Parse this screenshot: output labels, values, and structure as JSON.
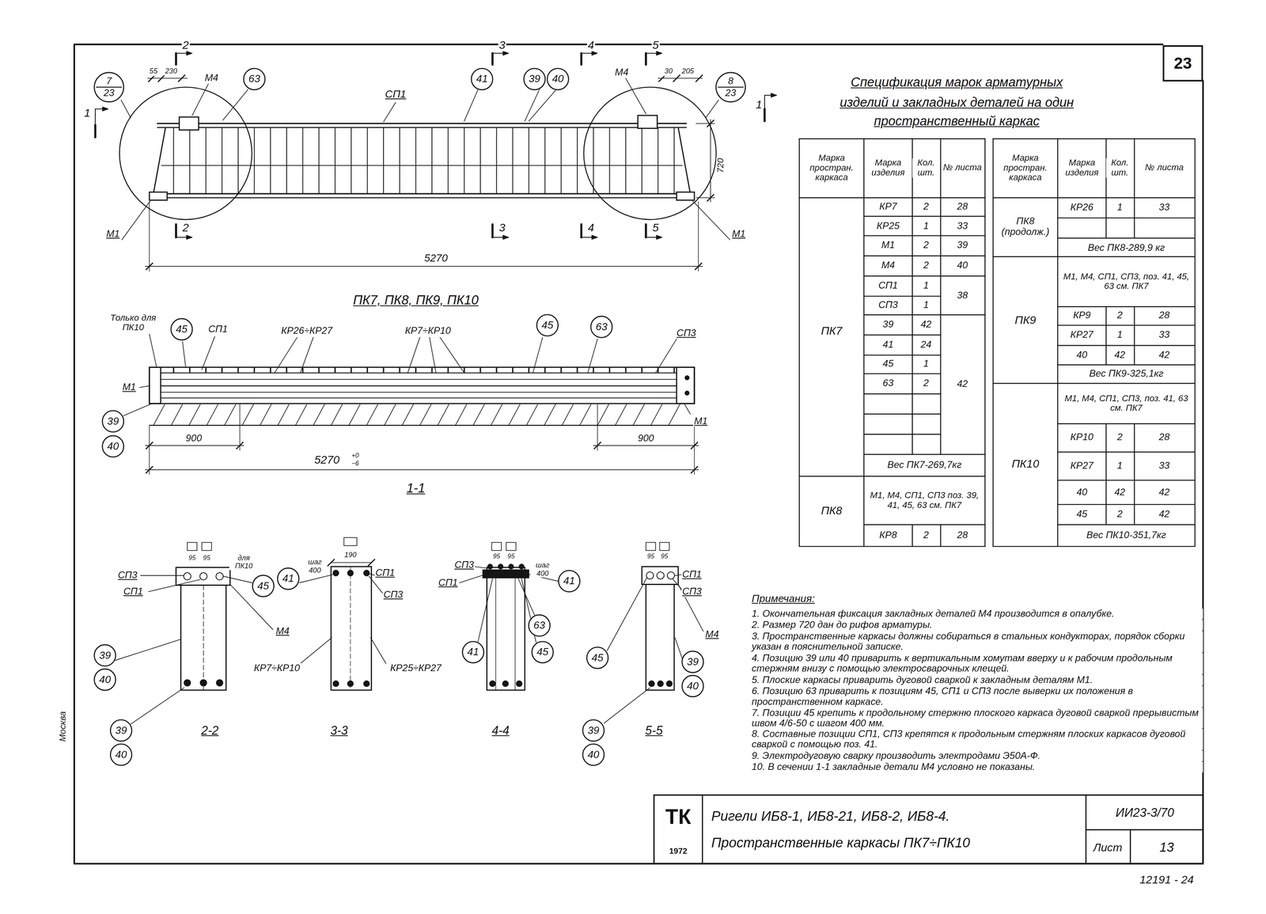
{
  "diagram": {
    "nodes": [
      {
        "text": [
          "7",
          "23"
        ]
      },
      {
        "text": [
          "63"
        ]
      },
      {
        "text": [
          "41"
        ]
      },
      {
        "text": [
          "39"
        ]
      },
      {
        "text": [
          "40"
        ]
      },
      {
        "text": [
          "8",
          "23"
        ]
      },
      {
        "text": [
          "23"
        ]
      },
      {
        "text": [
          "45"
        ]
      },
      {
        "text": [
          "45"
        ]
      },
      {
        "text": [
          "63"
        ]
      },
      {
        "text": [
          "39"
        ]
      },
      {
        "text": [
          "40"
        ]
      },
      {
        "text": [
          "45"
        ]
      },
      {
        "text": [
          "39"
        ]
      },
      {
        "text": [
          "40"
        ]
      },
      {
        "text": [
          "39"
        ]
      },
      {
        "text": [
          "40"
        ]
      },
      {
        "text": [
          "41"
        ]
      },
      {
        "text": [
          "41"
        ]
      },
      {
        "text": [
          "63"
        ]
      },
      {
        "text": [
          "41"
        ]
      },
      {
        "text": [
          "45"
        ]
      },
      {
        "text": [
          "45"
        ]
      },
      {
        "text": [
          "39"
        ]
      },
      {
        "text": [
          "40"
        ]
      },
      {
        "text": [
          "39"
        ]
      },
      {
        "text": [
          "40"
        ]
      }
    ],
    "labels": [
      "2",
      "2",
      "3",
      "3",
      "4",
      "4",
      "5",
      "5",
      "1",
      "1",
      "М4",
      "СП1",
      "М4",
      "М1",
      "М1",
      "55",
      "230",
      "30",
      "205",
      "720",
      "5270",
      "ПК7, ПК8, ПК9, ПК10",
      "Только для ПК10",
      "СП1",
      "КР26÷КР27",
      "КР7÷КР10",
      "СП3",
      "М1",
      "М1",
      "900",
      "900",
      "5270",
      "+0",
      "−6",
      "1-1",
      "95",
      "95",
      "СП3",
      "СП1",
      "для ПК10",
      "М4",
      "2-2",
      "190",
      "шаг 400",
      "СП1",
      "СП3",
      "КР7÷КР10",
      "КР25÷КР27",
      "3-3",
      "95",
      "95",
      "СП3",
      "СП1",
      "шаг 400",
      "4-4",
      "95",
      "95",
      "СП1",
      "СП3",
      "М4",
      "5-5",
      "Спецификация марок арматурных",
      "изделий и закладных деталей на один",
      "пространственный каркас",
      "Марка простран. каркаса",
      "Марка изделия",
      "Кол. шт.",
      "№ листа",
      "Марка простран. каркаса",
      "Марка изделия",
      "Кол. шт.",
      "№ листа",
      "КР7",
      "2",
      "28",
      "КР25",
      "1",
      "33",
      "М1",
      "2",
      "39",
      "М4",
      "2",
      "40",
      "СП1",
      "1",
      "38",
      "СП3",
      "1",
      "39",
      "42",
      "41",
      "24",
      "45",
      "1",
      "42",
      "63",
      "2",
      "ПК7",
      "Вес ПК7-269,7кг",
      "ПК8",
      "М1, М4, СП1, СП3 поз. 39, 41, 45, 63 см. ПК7",
      "КР8",
      "2",
      "28",
      "ПК8 (продолж.)",
      "КР26",
      "1",
      "33",
      "Вес ПК8-289,9 кг",
      "ПК9",
      "М1, М4, СП1, СП3, поз. 41, 45, 63 см. ПК7",
      "КР9",
      "2",
      "28",
      "КР27",
      "1",
      "33",
      "40",
      "42",
      "42",
      "Вес ПК9-325,1кг",
      "ПК10",
      "М1, М4, СП1, СП3, поз. 41, 63 см. ПК7",
      "КР10",
      "2",
      "28",
      "КР27",
      "1",
      "33",
      "40",
      "42",
      "42",
      "45",
      "2",
      "42",
      "Вес ПК10-351,7кг",
      "Примечания:",
      "1. Окончательная фиксация закладных деталей М4 производится в опалубке.",
      "2. Размер 720 дан до рифов арматуры.",
      "3. Пространственные каркасы должны собираться в стальных кондукторах, порядок сборки указан в пояснительной записке.",
      "4. Позицию 39 или 40 приварить к вертикальным хомутам вверху и к рабочим продольным стержням внизу с помощью электросварочных клещей.",
      "5. Плоские каркасы приварить дуговой сваркой к закладным деталям М1.",
      "6. Позицию 63 приварить к позициям 45, СП1 и СП3 после выверки их положения в пространственном каркасе.",
      "7. Позиции 45 крепить к продольному стержню плоского каркаса дуговой сваркой прерывистым швом 4/6-50 с шагом 400 мм.",
      "8. Составные позиции СП1, СП3 крепятся к продольным стержням плоских каркасов дуговой сваркой с помощью поз. 41.",
      "9. Электродуговую сварку производить электродами Э50А-Ф.",
      "10. В сечении 1-1 закладные детали М4 условно не показаны.",
      "ТК",
      "1972",
      "Ригели ИБ8-1, ИБ8-21, ИБ8-2, ИБ8-4.",
      "Пространственные каркасы ПК7÷ПК10",
      "ИИ23-3/70",
      "Лист",
      "13",
      "12191 - 24",
      "Москва"
    ]
  }
}
